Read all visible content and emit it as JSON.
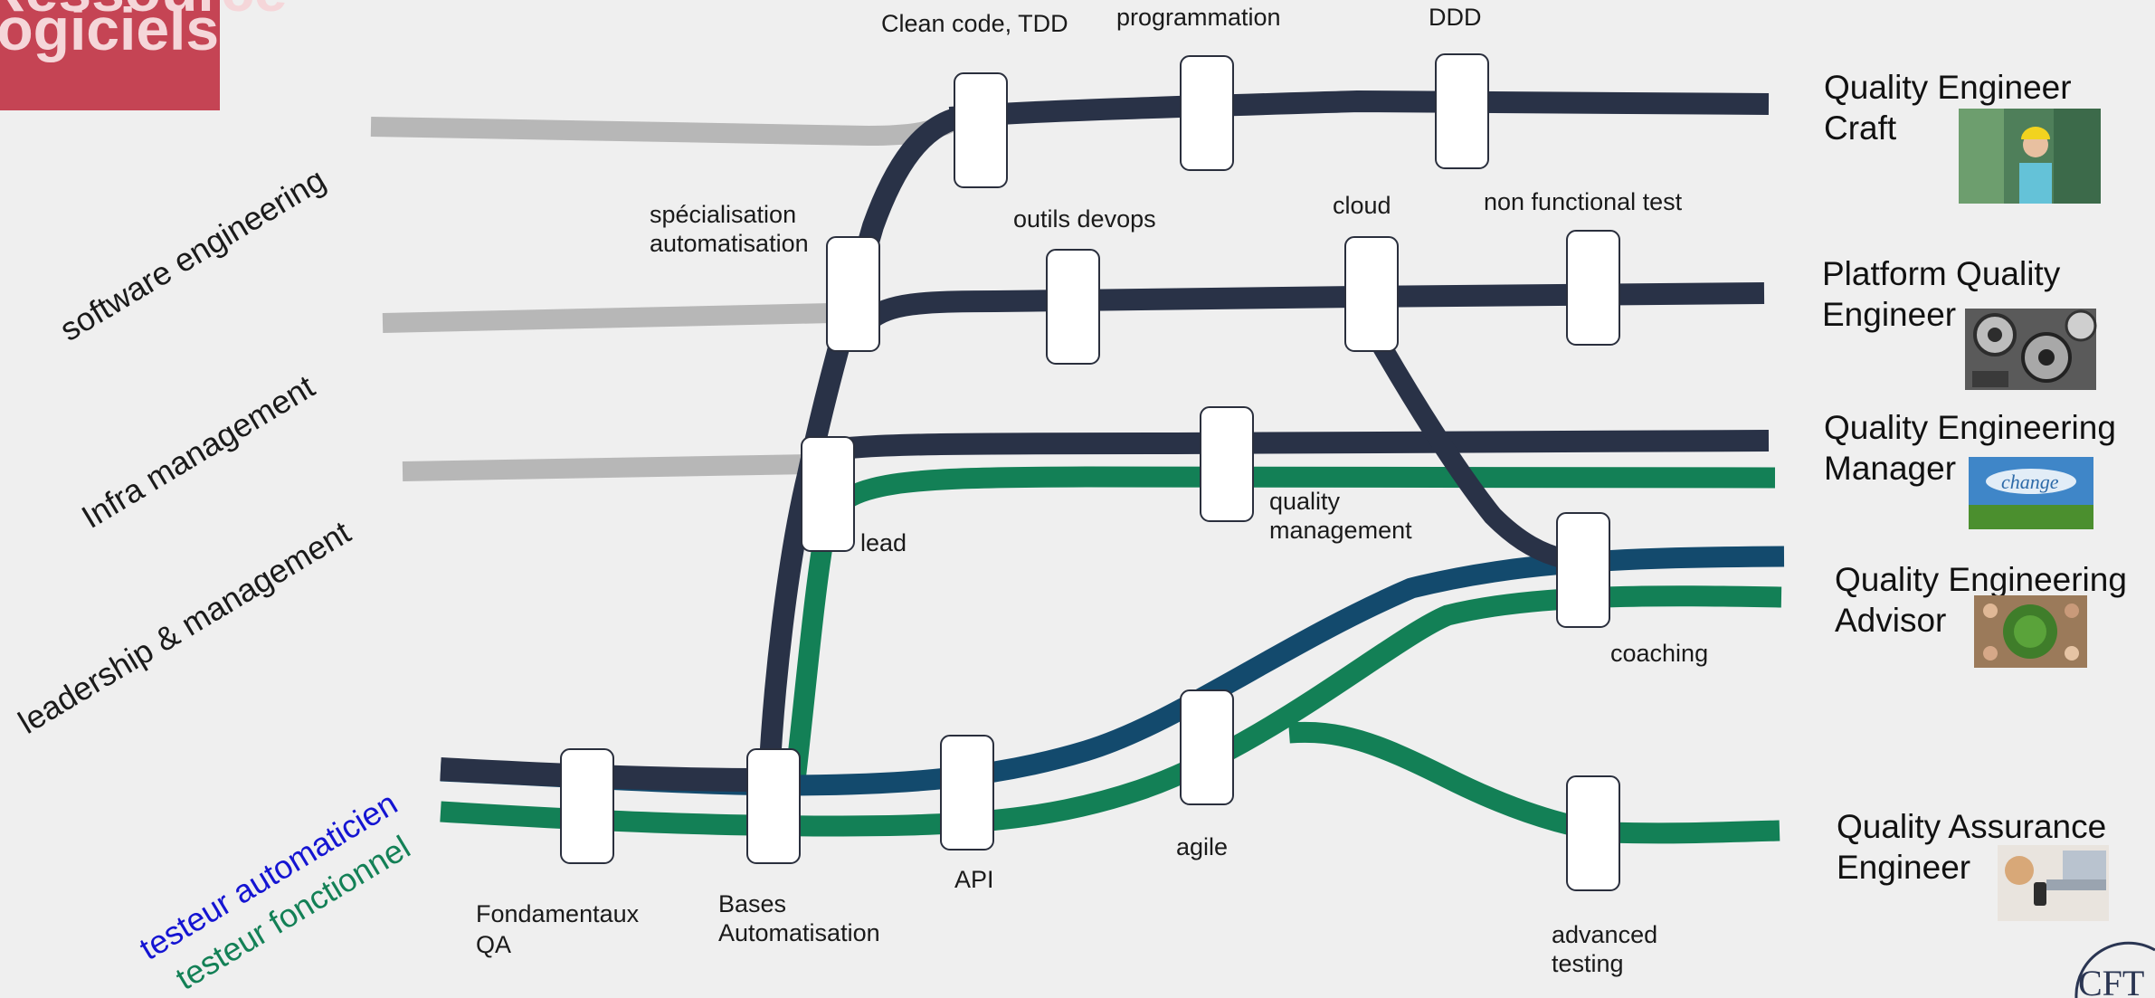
{
  "logo": {
    "line1": "Ressource",
    "line2": "logiciels",
    "color": "#c54454"
  },
  "domains": {
    "software": "software engineering",
    "infra": "Infra management",
    "leadership": "leadership & management"
  },
  "starts": {
    "auto": {
      "label": "testeur automaticien",
      "color": "#1414d2"
    },
    "func": {
      "label": "testeur fonctionnel",
      "color": "#138056"
    }
  },
  "tracks": {
    "navy": "#293247",
    "blue": "#134a6d",
    "green": "#138056",
    "grey": "#b7b7b7"
  },
  "nodes": {
    "fondamentaux": [
      "Fondamentaux",
      "QA"
    ],
    "bases": [
      "Bases",
      "Automatisation"
    ],
    "api": [
      "API"
    ],
    "agile": [
      "agile"
    ],
    "advanced": [
      "advanced",
      "testing"
    ],
    "coaching": [
      "coaching"
    ],
    "lead": [
      "lead"
    ],
    "quality_mgmt": [
      "quality",
      "management"
    ],
    "specialisation": [
      "spécialisation",
      "automatisation"
    ],
    "outils": [
      "outils devops"
    ],
    "cloud": [
      "cloud"
    ],
    "nft": [
      "non functional test"
    ],
    "clean": [
      "Clean code, TDD"
    ],
    "programmation": [
      "programmation"
    ],
    "ddd": [
      "DDD"
    ]
  },
  "roles": {
    "craft": {
      "lines": [
        "Quality Engineer",
        "Craft"
      ],
      "image_icon": "engineer-photo-icon"
    },
    "platform": {
      "lines": [
        "Platform Quality",
        "Engineer"
      ],
      "image_icon": "machinery-photo-icon"
    },
    "manager": {
      "lines": [
        "Quality Engineering",
        "Manager"
      ],
      "image_icon": "change-sky-photo-icon",
      "image_text": "change"
    },
    "advisor": {
      "lines": [
        "Quality Engineering",
        "Advisor"
      ],
      "image_icon": "hands-circle-photo-icon"
    },
    "qa": {
      "lines": [
        "Quality Assurance",
        "Engineer"
      ],
      "image_icon": "phone-laptop-photo-icon"
    }
  },
  "corner_logo": "CFT"
}
